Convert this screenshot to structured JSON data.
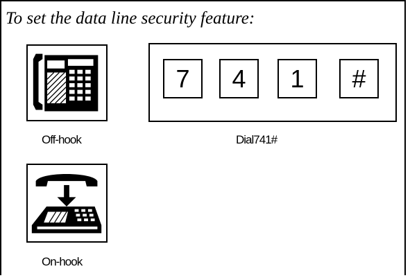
{
  "instruction": {
    "title": "To set the data line security feature:"
  },
  "steps": [
    {
      "caption": "Off-hook",
      "icon": "off-hook-phone-icon"
    },
    {
      "caption": "Dial741#",
      "icon": "keypad-keys"
    },
    {
      "caption": "On-hook",
      "icon": "on-hook-phone-icon"
    }
  ],
  "keys": [
    "7",
    "4",
    "1",
    "#"
  ]
}
